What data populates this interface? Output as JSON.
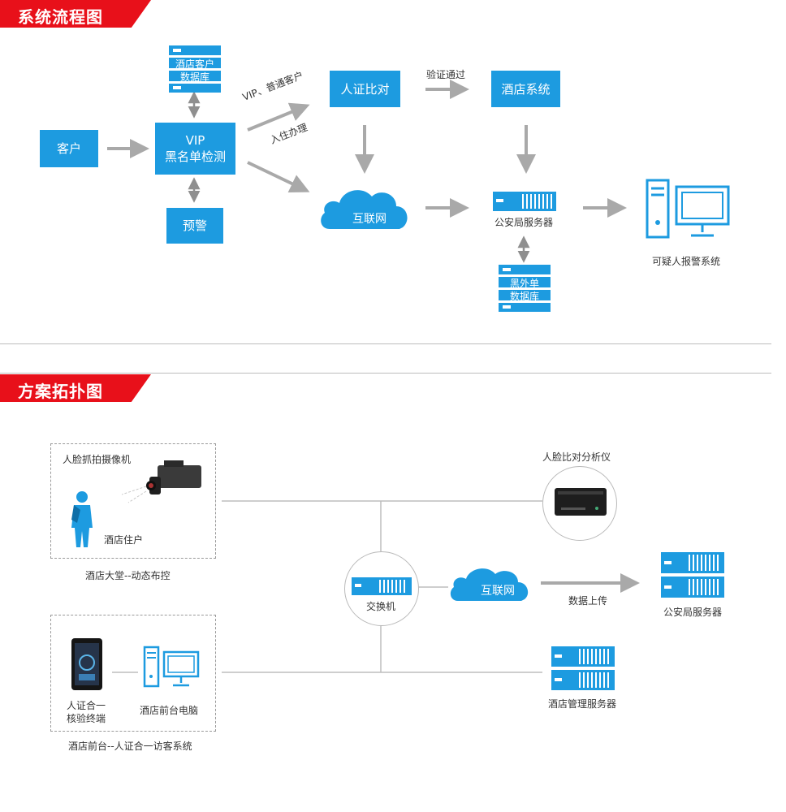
{
  "section1": {
    "title": "系统流程图",
    "nodes": {
      "customer": "客户",
      "vip_line1": "VIP",
      "vip_line2": "黑名单检测",
      "hotel_db_line1": "酒店客户",
      "hotel_db_line2": "数据库",
      "warning": "预警",
      "id_compare": "人证比对",
      "hotel_system": "酒店系统",
      "internet": "互联网",
      "police_server": "公安局服务器",
      "blacklist_line1": "黑外单",
      "blacklist_line2": "数据库",
      "suspect_system": "可疑人报警系统"
    },
    "edge_labels": {
      "vip_normal_line1": "VIP、普通客户",
      "vip_normal_line2": "入住办理",
      "verified": "验证通过"
    }
  },
  "section2": {
    "title": "方案拓扑图",
    "nodes": {
      "camera": "人脸抓拍摄像机",
      "hotel_guest": "酒店住户",
      "lobby": "酒店大堂--动态布控",
      "analyzer": "人脸比对分析仪",
      "switch": "交换机",
      "internet": "互联网",
      "data_upload": "数据上传",
      "police_server": "公安局服务器",
      "terminal_line1": "人证合一",
      "terminal_line2": "核验终端",
      "front_pc": "酒店前台电脑",
      "hotel_mgmt_server": "酒店管理服务器",
      "front_desk_system": "酒店前台--人证合一访客系统"
    }
  },
  "colors": {
    "blue": "#1d9be0",
    "red": "#e8101a",
    "arrow_gray": "#a9a9a9",
    "line_gray": "#bdbdbd"
  }
}
